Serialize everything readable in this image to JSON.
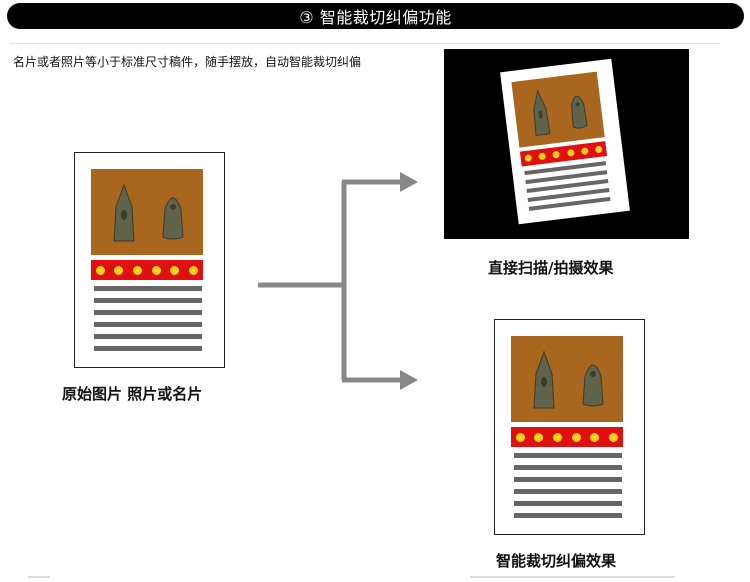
{
  "header": {
    "title": "③ 智能裁切纠偏功能"
  },
  "description": "名片或者照片等小于标准尺寸稿件，随手摆放，自动智能裁切纠偏",
  "captions": {
    "original": "原始图片 照片或名片",
    "scan": "直接扫描/拍摄效果",
    "crop": "智能裁切纠偏效果"
  },
  "colors": {
    "photo_bg": "#a8661e",
    "red_bar": "#e01010",
    "dot": "#f7d21a",
    "arrow": "#888888",
    "text_line": "#666666"
  },
  "icons": [
    "arrowhead-icon"
  ]
}
